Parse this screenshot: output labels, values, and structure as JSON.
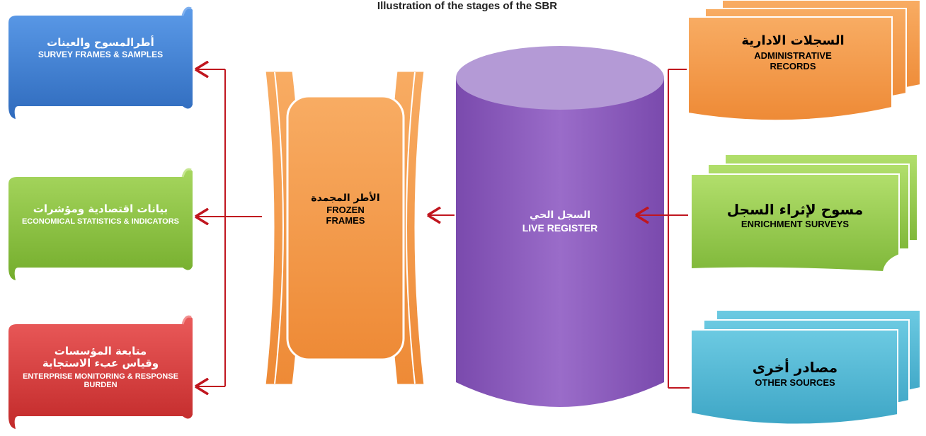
{
  "title": {
    "text": "Illustration of the stages of the SBR"
  },
  "colors": {
    "blue": "#3f7fd1",
    "green": "#8cc542",
    "red": "#d63b3b",
    "orange": "#f59a4a",
    "purple": "#8459b4",
    "cyan": "#4fb6d3",
    "arrow": "#c0161f"
  },
  "outputs": [
    {
      "ar": "أطرالمسوح والعينات",
      "en": "SURVEY FRAMES & SAMPLES"
    },
    {
      "ar": "بيانات اقتصادية ومؤشرات",
      "en": "ECONOMICAL STATISTICS & INDICATORS"
    },
    {
      "ar": "متابعة المؤسسات وقياس عبء الاستجابة",
      "en": "ENTERPRISE MONITORING & RESPONSE BURDEN"
    }
  ],
  "frozen": {
    "ar": "الأطر المجمدة",
    "en": "FROZEN FRAMES"
  },
  "live": {
    "ar": "السجل الحي",
    "en": "LIVE REGISTER"
  },
  "inputs": [
    {
      "ar": "السجلات الادارية",
      "en": "ADMINISTRATIVE RECORDS"
    },
    {
      "ar": "مسوح لإثراء السجل",
      "en": "ENRICHMENT SURVEYS"
    },
    {
      "ar": "مصادر أخرى",
      "en": "OTHER SOURCES"
    }
  ]
}
